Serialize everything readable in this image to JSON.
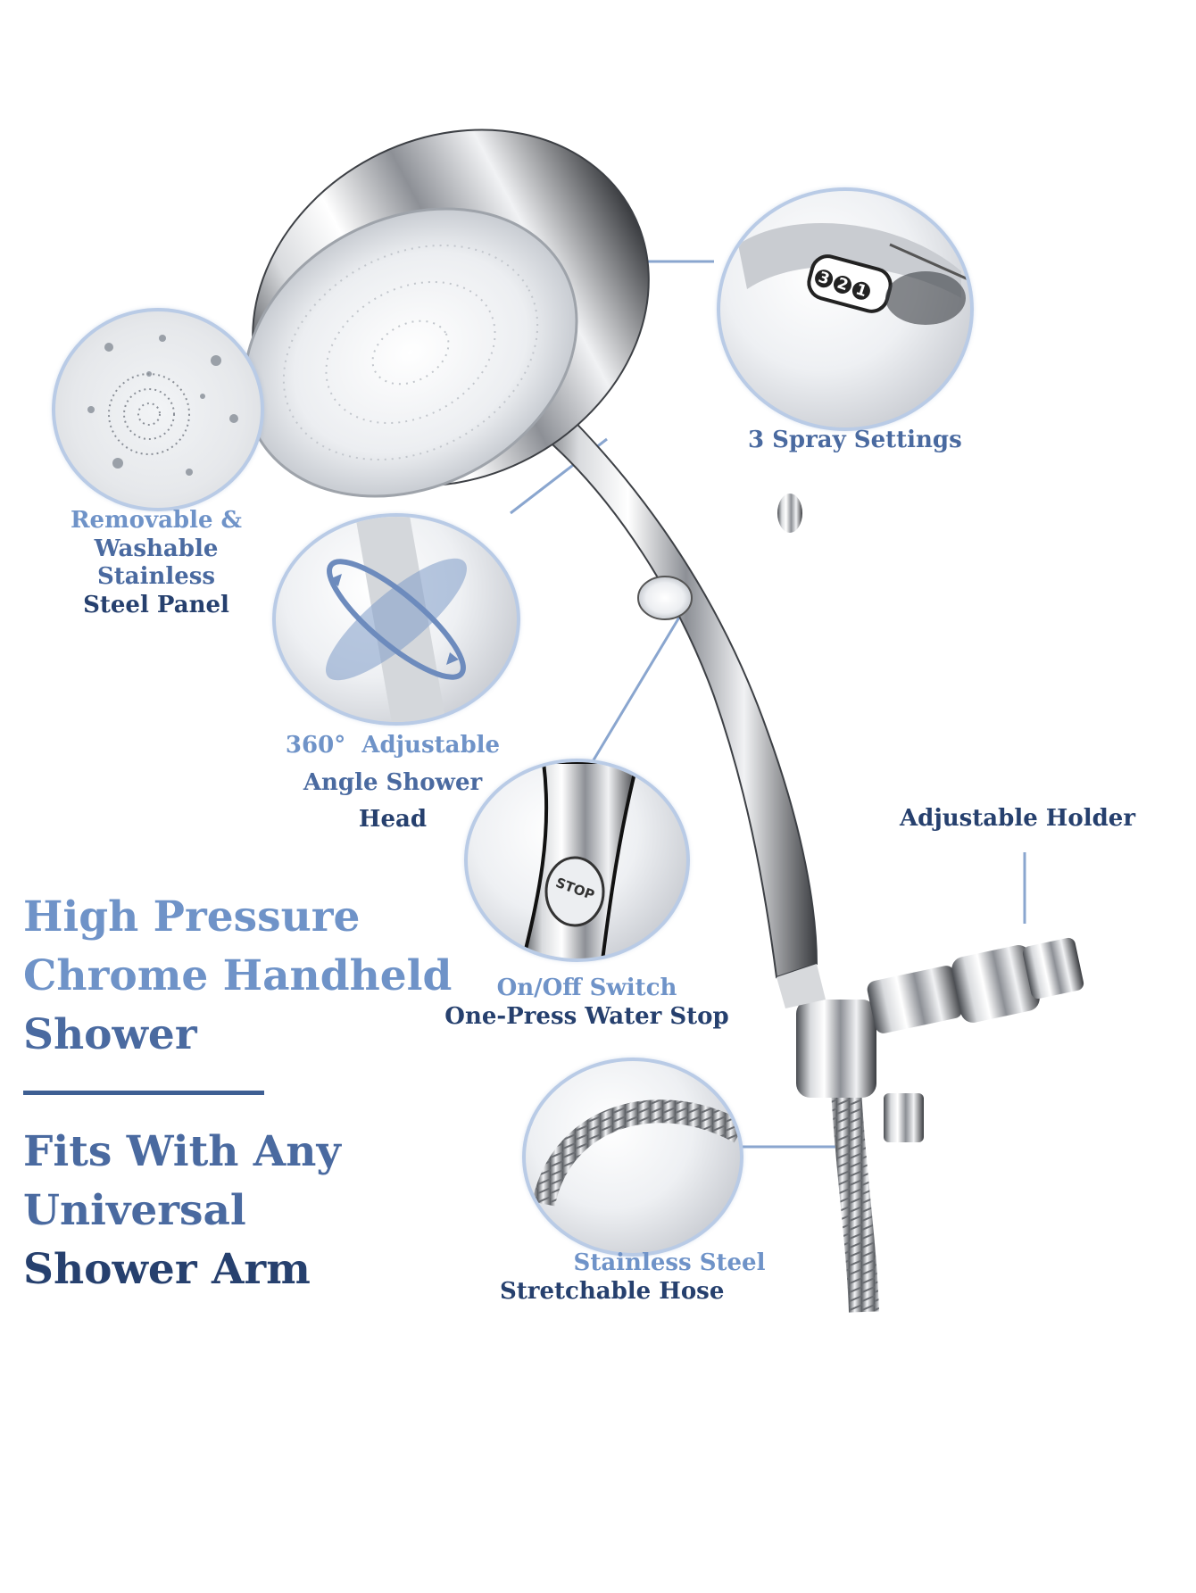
{
  "features": {
    "spray_settings": {
      "label": "3 Spray Settings",
      "dial_numbers": [
        "3",
        "2",
        "1"
      ]
    },
    "panel": {
      "lines": [
        "Removable &",
        "Washable",
        "Stainless",
        "Steel Panel"
      ]
    },
    "angle": {
      "lines": [
        "360°  Adjustable",
        "Angle Shower",
        "Head"
      ]
    },
    "switch": {
      "lines": [
        "On/Off Switch",
        "One-Press Water Stop"
      ],
      "button_text": "STOP"
    },
    "holder": {
      "label": "Adjustable Holder"
    },
    "hose": {
      "lines": [
        "Stainless Steel",
        "Stretchable Hose"
      ]
    }
  },
  "headline": {
    "lines": [
      "High Pressure",
      "Chrome Handheld",
      "Shower"
    ]
  },
  "subheadline": {
    "lines": [
      "Fits With Any",
      "Universal",
      "Shower Arm"
    ]
  },
  "colors": {
    "light_blue": "#6f93c8",
    "dark_blue": "#26406e",
    "divider": "#3e5f93",
    "callout_line": "#8aa6cf"
  }
}
